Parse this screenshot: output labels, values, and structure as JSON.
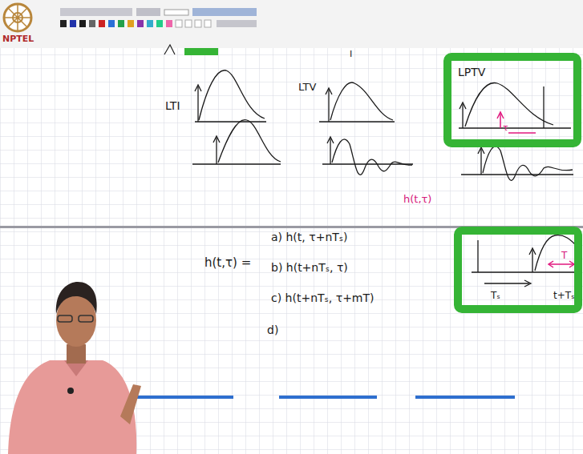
{
  "diagram": {
    "nodes": [
      {
        "text": [
          "LPTV",
          "τ"
        ]
      },
      {
        "text": [
          "Tₛ",
          "T",
          "t+Tₛ"
        ]
      }
    ],
    "labels": [
      "NPTEL",
      "I",
      "LTI",
      "LTV",
      "h(t,τ)",
      "h(t,τ) =",
      "a) h(t, τ+nTₛ)",
      "b) h(t+nTₛ, τ)",
      "c) h(t+nTₛ, τ+mT)",
      "d)"
    ]
  }
}
